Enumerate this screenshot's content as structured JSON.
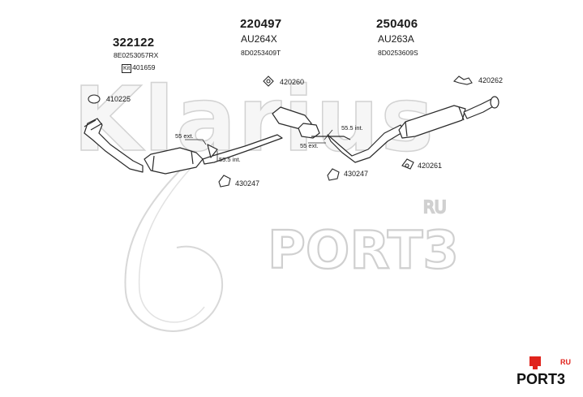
{
  "watermark": {
    "brand": "Klarius",
    "site": "PORT3",
    "site_suffix": "RU"
  },
  "parts": [
    {
      "number": "322122",
      "code": "8E0253057RX",
      "kit_label": "Kit",
      "kit_number": "401659"
    },
    {
      "number": "220497",
      "model": "AU264X",
      "code": "8D0253409T"
    },
    {
      "number": "250406",
      "model": "AU263A",
      "code": "8D0253609S"
    }
  ],
  "refs": [
    "410225",
    "420260",
    "420262",
    "420261",
    "430247",
    "430247"
  ],
  "annotations": [
    "55 ext.",
    "55 ext.",
    "55.5 int.",
    "55.5 int."
  ],
  "colors": {
    "logo_red": "#e0231c",
    "line": "#2a2a2a",
    "watermark": "#dcdcdc"
  }
}
